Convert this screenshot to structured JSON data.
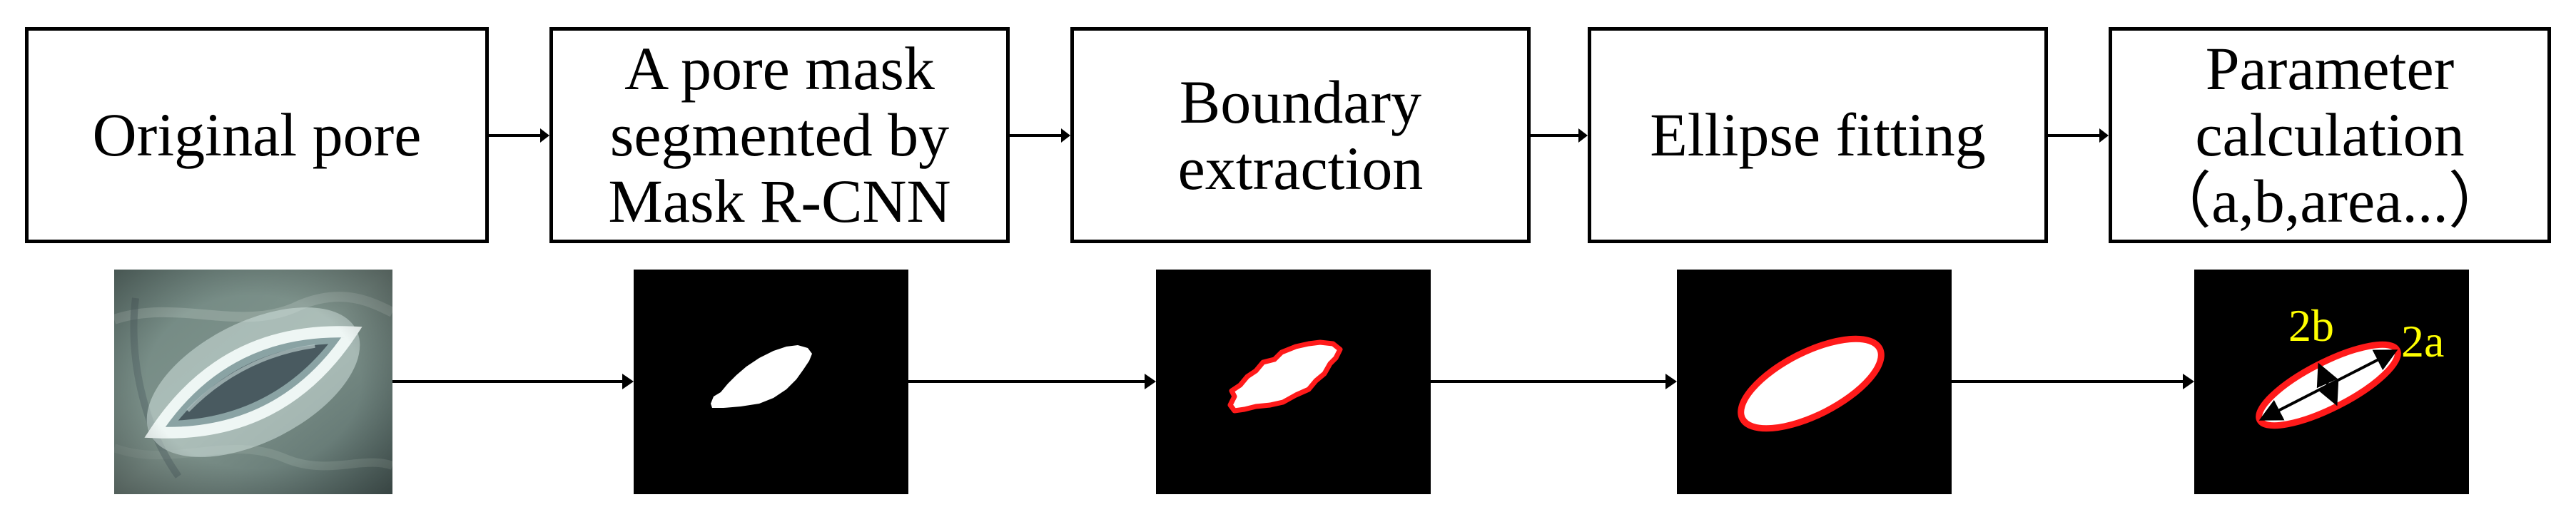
{
  "steps": [
    {
      "id": "original-pore",
      "label": "Original pore"
    },
    {
      "id": "mask-segmentation",
      "label": "A pore mask\nsegmented by\nMask R-CNN"
    },
    {
      "id": "boundary-extraction",
      "label": "Boundary\nextraction"
    },
    {
      "id": "ellipse-fitting",
      "label": "Ellipse fitting"
    },
    {
      "id": "parameter-calculation",
      "label": "Parameter\ncalculation\n（a,b,area...）"
    }
  ],
  "annotations": {
    "minor_axis_label": "2b",
    "major_axis_label": "2a"
  },
  "colors": {
    "box_border": "#000000",
    "arrow": "#000000",
    "mask_background": "#000000",
    "mask_fill": "#ffffff",
    "contour": "#ff0000",
    "annotation_text": "#ffff00"
  }
}
